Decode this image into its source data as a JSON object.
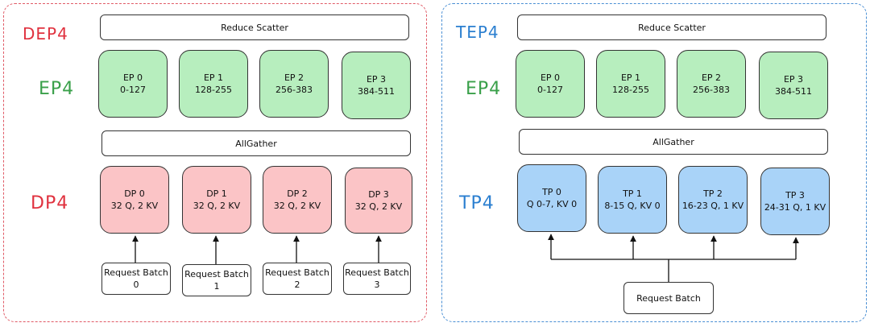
{
  "left_panel": {
    "title": "DEP4",
    "ep_label": "EP4",
    "dp_label": "DP4",
    "reduce_scatter": "Reduce Scatter",
    "allgather": "AllGather",
    "ep_boxes": [
      {
        "name": "EP 0",
        "range": "0-127"
      },
      {
        "name": "EP 1",
        "range": "128-255"
      },
      {
        "name": "EP 2",
        "range": "256-383"
      },
      {
        "name": "EP 3",
        "range": "384-511"
      }
    ],
    "dp_boxes": [
      {
        "name": "DP 0",
        "detail": "32 Q, 2 KV"
      },
      {
        "name": "DP 1",
        "detail": "32 Q, 2 KV"
      },
      {
        "name": "DP 2",
        "detail": "32 Q, 2 KV"
      },
      {
        "name": "DP 3",
        "detail": "32 Q, 2 KV"
      }
    ],
    "requests": [
      {
        "line1": "Request Batch",
        "line2": "0"
      },
      {
        "line1": "Request Batch",
        "line2": "1"
      },
      {
        "line1": "Request Batch",
        "line2": "2"
      },
      {
        "line1": "Request Batch",
        "line2": "3"
      }
    ]
  },
  "right_panel": {
    "title": "TEP4",
    "ep_label": "EP4",
    "tp_label": "TP4",
    "reduce_scatter": "Reduce Scatter",
    "allgather": "AllGather",
    "ep_boxes": [
      {
        "name": "EP 0",
        "range": "0-127"
      },
      {
        "name": "EP 1",
        "range": "128-255"
      },
      {
        "name": "EP 2",
        "range": "256-383"
      },
      {
        "name": "EP 3",
        "range": "384-511"
      }
    ],
    "tp_boxes": [
      {
        "name": "TP 0",
        "detail": "Q 0-7, KV 0"
      },
      {
        "name": "TP 1",
        "detail": "8-15 Q, KV 0"
      },
      {
        "name": "TP 2",
        "detail": "16-23 Q, 1 KV"
      },
      {
        "name": "TP 3",
        "detail": "24-31 Q, 1 KV"
      }
    ],
    "request": "Request Batch"
  },
  "colors": {
    "dep_title": "#e0323f",
    "tep_title": "#2b7fd0",
    "ep_label": "#3aa04a",
    "dp_label": "#e0323f",
    "tp_label": "#2b7fd0",
    "ep_fill": "#b7eebe",
    "dp_fill": "#fbc4c6",
    "tp_fill": "#a9d3f8"
  }
}
